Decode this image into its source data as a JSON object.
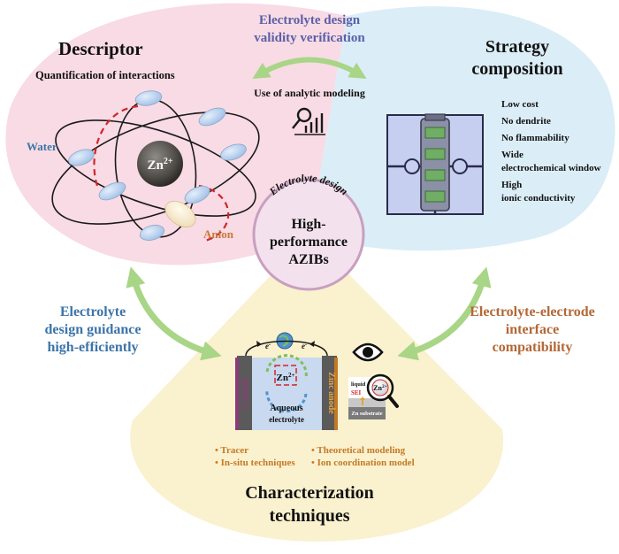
{
  "center": {
    "arc_label": "Electrolyte design",
    "title_lines": [
      "High-",
      "performance",
      "AZIBs"
    ]
  },
  "descriptor": {
    "title": "Descriptor",
    "subtitle": "Quantification of interactions",
    "water_label": "Water",
    "anion_label": "Anion",
    "ion_base": "Zn",
    "ion_charge": "2+"
  },
  "validity": {
    "title_lines": [
      "Electrolyte design",
      "validity verification"
    ],
    "subtitle": "Use of analytic modeling",
    "icon": "analytics-icon"
  },
  "strategy": {
    "title_lines": [
      "Strategy",
      "composition"
    ],
    "items": [
      "Low cost",
      "No dendrite",
      "No flammability",
      "Wide",
      "electrochemical window",
      "High",
      "ionic conductivity"
    ],
    "icon": "battery-puzzle-icon"
  },
  "left_arrow": {
    "lines": [
      "Electrolyte",
      "design guidance",
      "high-efficiently"
    ]
  },
  "right_arrow": {
    "lines": [
      "Electrolyte-electrode",
      "interface",
      "compatibility"
    ]
  },
  "characterization": {
    "title_lines": [
      "Characterization",
      "techniques"
    ],
    "cell": {
      "cathode": "Cathode",
      "zinc_anode": "Zinc anode",
      "electron_left": "e",
      "electron_right": "e",
      "ion": "Zn",
      "ion_charge": "2+",
      "electrolyte_lines": [
        "Aqueous",
        "electrolyte"
      ]
    },
    "inset": {
      "liquid": "liquid",
      "sei": "SEI",
      "ion": "Zn",
      "ion_charge": "2+",
      "substrate": "Zn substrate"
    },
    "left_list": [
      "Tracer",
      "In-situ techniques"
    ],
    "right_list": [
      "Theoretical modeling",
      "Ion coordination model"
    ],
    "bullet": "•"
  },
  "colors": {
    "pink": "#f8dbe4",
    "blue": "#dbedf7",
    "yellow": "#faf1cf",
    "arrow_green": "#a8d586",
    "descriptor_blue": "#3c74a8",
    "anion_orange": "#c8783a",
    "validity_purple": "#5b5fa8",
    "right_orange": "#b26836",
    "list_orange": "#c47a24"
  }
}
